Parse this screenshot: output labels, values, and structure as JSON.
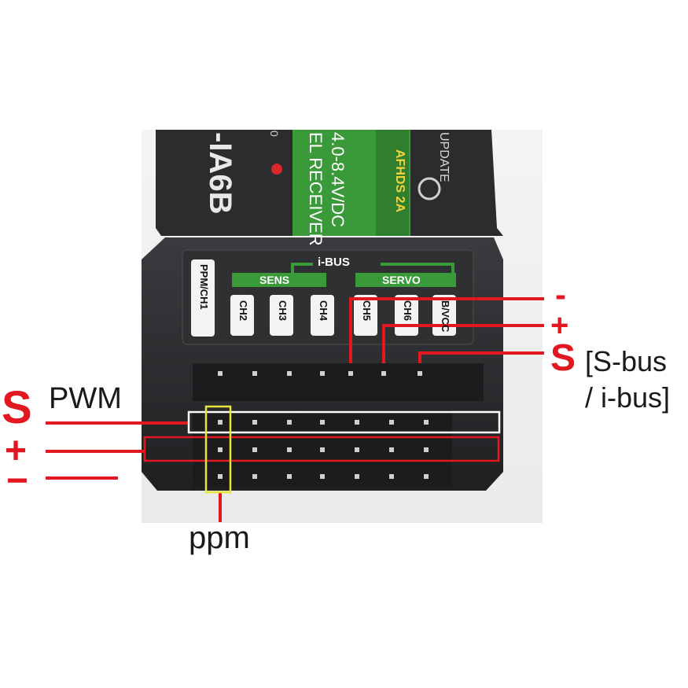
{
  "device": {
    "model": "-IA6B",
    "status_digit": "0",
    "label_lines": [
      "4.0-8.4V/DC",
      "EL RECEIVER"
    ],
    "afhds": "AFHDS 2A",
    "update": "UPDATE",
    "ibus": "i-BUS",
    "sens": "SENS",
    "servo": "SERVO",
    "channels": [
      "PPM/CH1",
      "CH2",
      "CH3",
      "CH4",
      "CH5",
      "CH6"
    ],
    "extra_channel": "B/VCC"
  },
  "annotations": {
    "right_minus": "-",
    "right_plus": "+",
    "right_s": "S",
    "sbus_line1": "[S-bus",
    "sbus_line2": "/ i-bus]",
    "left_s": "S",
    "pwm": "PWM",
    "left_plus": "+",
    "left_minus": "−",
    "ppm": "ppm"
  },
  "colors": {
    "annotation_red": "#e3171f",
    "label_green": "#3a9a3a",
    "highlight_white": "#ffffff",
    "highlight_yellow": "#e6e63a",
    "body_dark": "#2a2b2d"
  }
}
